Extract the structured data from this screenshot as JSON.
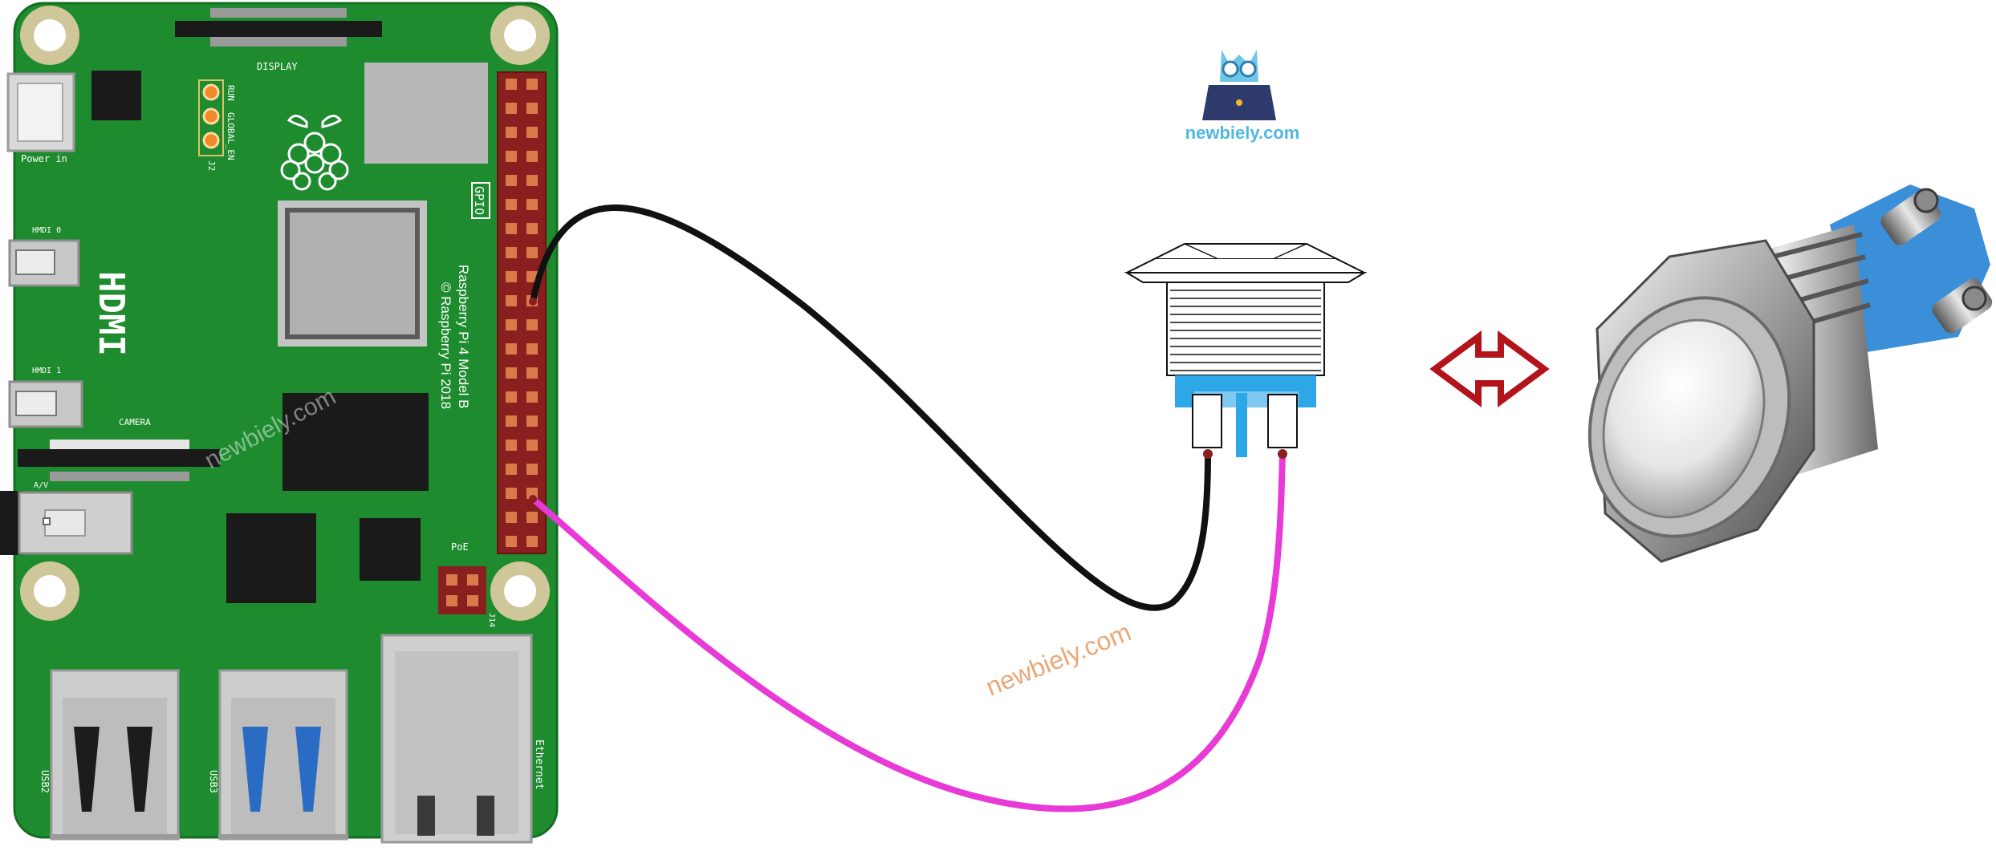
{
  "board": {
    "display_label": "DISPLAY",
    "run_label": "RUN",
    "global_en_label": "GLOBAL_EN",
    "j2_label": "J2",
    "power_label": "Power in",
    "hdmi0_label": "HMDI 0",
    "hdmi1_label": "HMDI 1",
    "hdmi_big_label": "HDMI",
    "camera_label": "CAMERA",
    "av_label": "A/V",
    "gpio_label": "GPIO",
    "model_label": "Raspberry Pi 4 Model B",
    "copyright_label": "© Raspberry Pi 2018",
    "poe_label": "PoE",
    "j14_label": "J14",
    "usb2_label": "USB2",
    "usb3_label": "USB3",
    "ethernet_label": "Ethernet",
    "color": "#1e8b2e"
  },
  "watermarks": {
    "board": "newbiely.com",
    "wire": "newbiely.com"
  },
  "logo": {
    "text": "newbiely.com",
    "color": "#4fb8e0"
  },
  "wires": {
    "ground_color": "#111111",
    "signal_color": "#e83ad6"
  },
  "arrow": {
    "icon": "double-arrow-icon",
    "color": "#b3141c"
  }
}
